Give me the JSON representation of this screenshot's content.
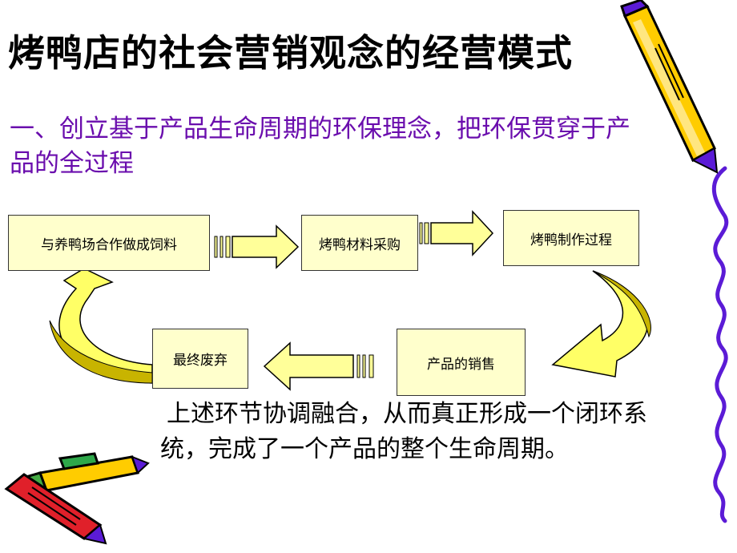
{
  "slide": {
    "title": "烤鸭店的社会营销观念的经营模式",
    "subtitle": "一、创立基于产品生命周期的环保理念，把环保贯穿于产品的全过程",
    "description": "上述环节协调融合，从而真正形成一个闭环系统，完成了一个产品的整个生命周期。"
  },
  "flow": {
    "steps": [
      {
        "label": "与养鸭场合作做成饲料"
      },
      {
        "label": "烤鸭材料采购"
      },
      {
        "label": "烤鸭制作过程"
      },
      {
        "label": "产品的销售"
      },
      {
        "label": "最终废弃"
      }
    ]
  },
  "colors": {
    "title": "#000000",
    "subtitle": "#6a0dad",
    "box_fill": "#ffffcc",
    "arrow_fill": "#ffff99",
    "curved_arrow_fill": "#ffff66",
    "curved_arrow_shadow": "#c8b400",
    "squiggle": "#5b1bd6",
    "pencil_yellow": "#ffcc00",
    "pencil_red": "#e0202a"
  },
  "icons": {
    "top_right": "pencil-icon",
    "bottom_left": "crossed-pencils-icon",
    "right_edge": "wavy-line-decoration"
  }
}
